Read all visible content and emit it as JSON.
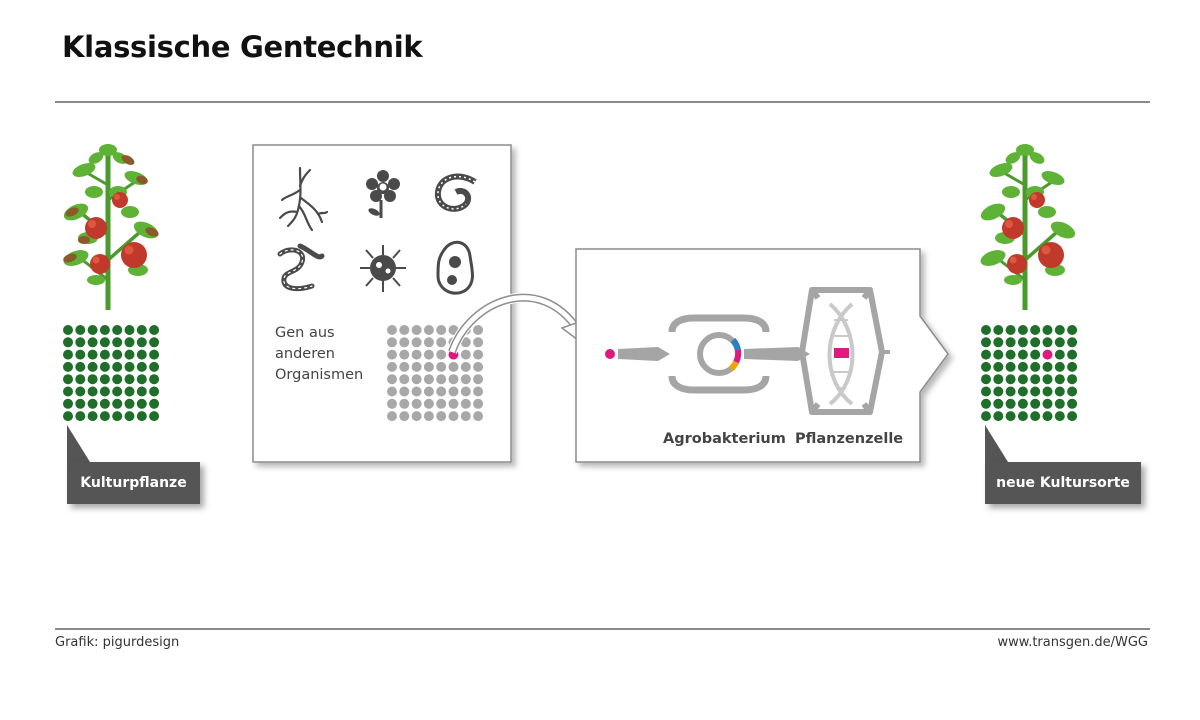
{
  "title": "Klassische Gentechnik",
  "left_label": "Kulturpflanze",
  "right_label": "neue Kultursorte",
  "source_panel": {
    "text_lines": [
      "Gen aus",
      "anderen",
      "Organismen"
    ],
    "organism_icons": [
      "root-icon",
      "flower-icon",
      "worm-icon",
      "chain-bacteria-icon",
      "virus-icon",
      "cell-icon"
    ]
  },
  "process_panel": {
    "agro_label": "Agrobakterium",
    "plant_cell_label": "Pflanzenzelle"
  },
  "footer": {
    "credit": "Grafik: pigurdesign",
    "source": "www.transgen.de/WGG"
  },
  "colors": {
    "plant_gene_dot": "#1f6e2a",
    "foreign_gene_dot": "#a8a8a8",
    "inserted_gene": "#e0197e",
    "label_box": "#555555"
  }
}
